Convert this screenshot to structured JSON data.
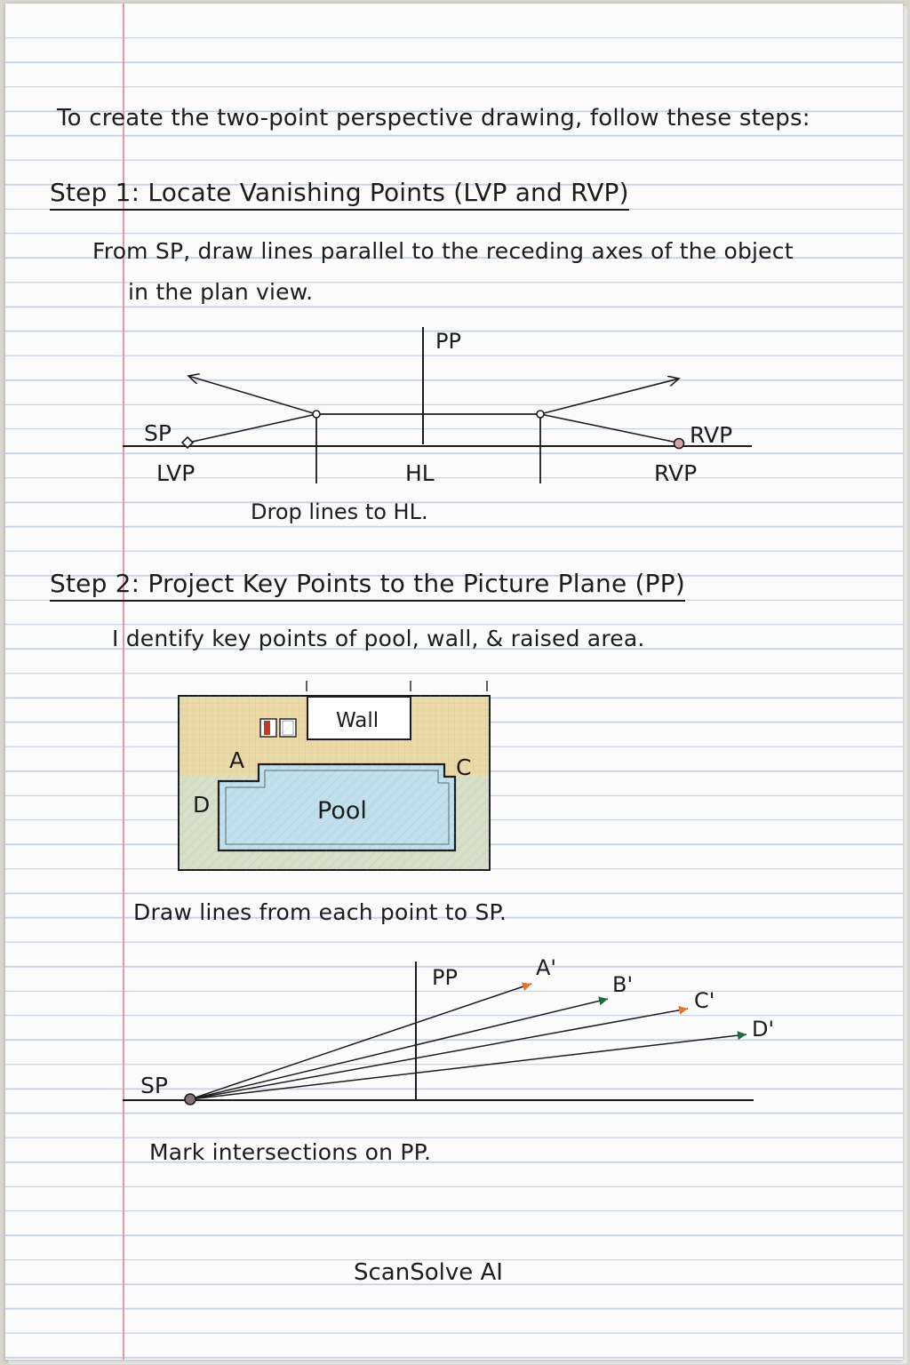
{
  "intro": "To create the two-point perspective drawing, follow these steps:",
  "step1": {
    "heading": "Step 1:  Locate Vanishing Points (LVP and RVP)",
    "text_line1": "From SP, draw lines parallel to the receding axes of the object",
    "text_line2": "in the plan view.",
    "diagram": {
      "pp": "PP",
      "sp": "SP",
      "lvp": "LVP",
      "hl": "HL",
      "rvp_upper": "RVP",
      "rvp_lower": "RVP",
      "caption": "Drop lines to HL."
    }
  },
  "step2": {
    "heading": "Step 2:  Project Key Points to the Picture Plane (PP)",
    "text": "I dentify key points of pool, wall, & raised area.",
    "plan": {
      "wall": "Wall",
      "pool": "Pool",
      "point_a": "A",
      "point_c": "C",
      "point_d": "D",
      "colors": {
        "raised_area": "#ecd9a8",
        "border": "#d7dfc9",
        "pool": "#bfe0ec",
        "wall": "#ffffff",
        "swatch_red": "#c0392b"
      }
    },
    "caption1": "Draw lines from each point to SP.",
    "projection": {
      "pp": "PP",
      "sp": "SP",
      "points": [
        "A'",
        "B'",
        "C'",
        "D'"
      ],
      "colors": {
        "orange": "#e8742a",
        "green": "#1f6b3a"
      }
    },
    "caption2": "Mark intersections on PP."
  },
  "footer": "ScanSolve AI"
}
